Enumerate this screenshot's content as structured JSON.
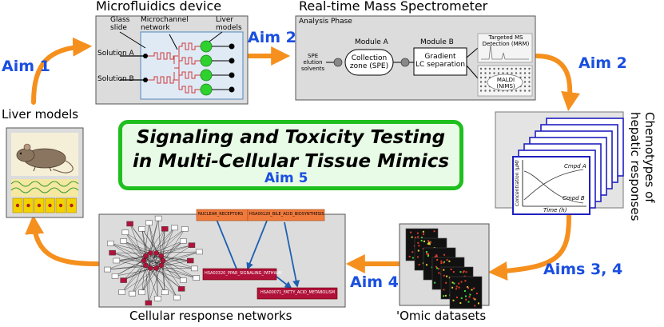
{
  "title": {
    "line1": "Signaling and Toxicity Testing",
    "line2": "in Multi-Cellular Tissue Mimics",
    "aim": "Aim 5"
  },
  "aims": {
    "aim1": "Aim 1",
    "aim2_left": "Aim 2",
    "aim2_right": "Aim 2",
    "aims34": "Aims 3, 4",
    "aim4": "Aim 4"
  },
  "microfluidics": {
    "heading": "Microfluidics device",
    "glass_slide": "Glass\nslide",
    "microchannel": "Microchannel\nnetwork",
    "liver_models": "Liver\nmodels",
    "solution_a": "Solution A",
    "solution_b": "Solution B"
  },
  "mass_spec": {
    "heading": "Real-time Mass Spectrometer",
    "phase": "Analysis Phase",
    "module_a": "Module A",
    "module_b": "Module B",
    "spe_solvents": "SPE\nelution\nsolvents",
    "collection": "Collection\nzone (SPE)",
    "gradient": "Gradient\nLC separation",
    "targeted": "Targeted MS\nDetection (MRM)",
    "maldi": "MALDI\n(NIMS)"
  },
  "chemotypes": {
    "heading_line1": "Chemotypes of",
    "heading_line2": "hepatic responses",
    "cmpd_a": "Cmpd A",
    "cmpd_b": "Cmpd B",
    "y_axis": "Concentration (μM)",
    "x_axis": "Time (h)"
  },
  "liver": {
    "heading": "Liver models"
  },
  "omic": {
    "heading": "'Omic datasets"
  },
  "networks": {
    "heading": "Cellular response networks",
    "node1": "NUCLEAR_RECEPTORS",
    "node2": "HSA00120_BILE_ACID_BIOSYNTHESIS",
    "node3": "HSA03320_PPAR_SIGNALING_PATHWAY",
    "node4": "HSA00071_FATTY_ACID_METABOLISM"
  },
  "colors": {
    "arrow": "#f5901e",
    "aim_text": "#1a4fe0",
    "title_border": "#1fbf1f",
    "title_fill": "#e8fbe6",
    "panel_fill": "#dcdcdc",
    "node_light": "#f07a3c",
    "node_dark": "#b0123a"
  }
}
